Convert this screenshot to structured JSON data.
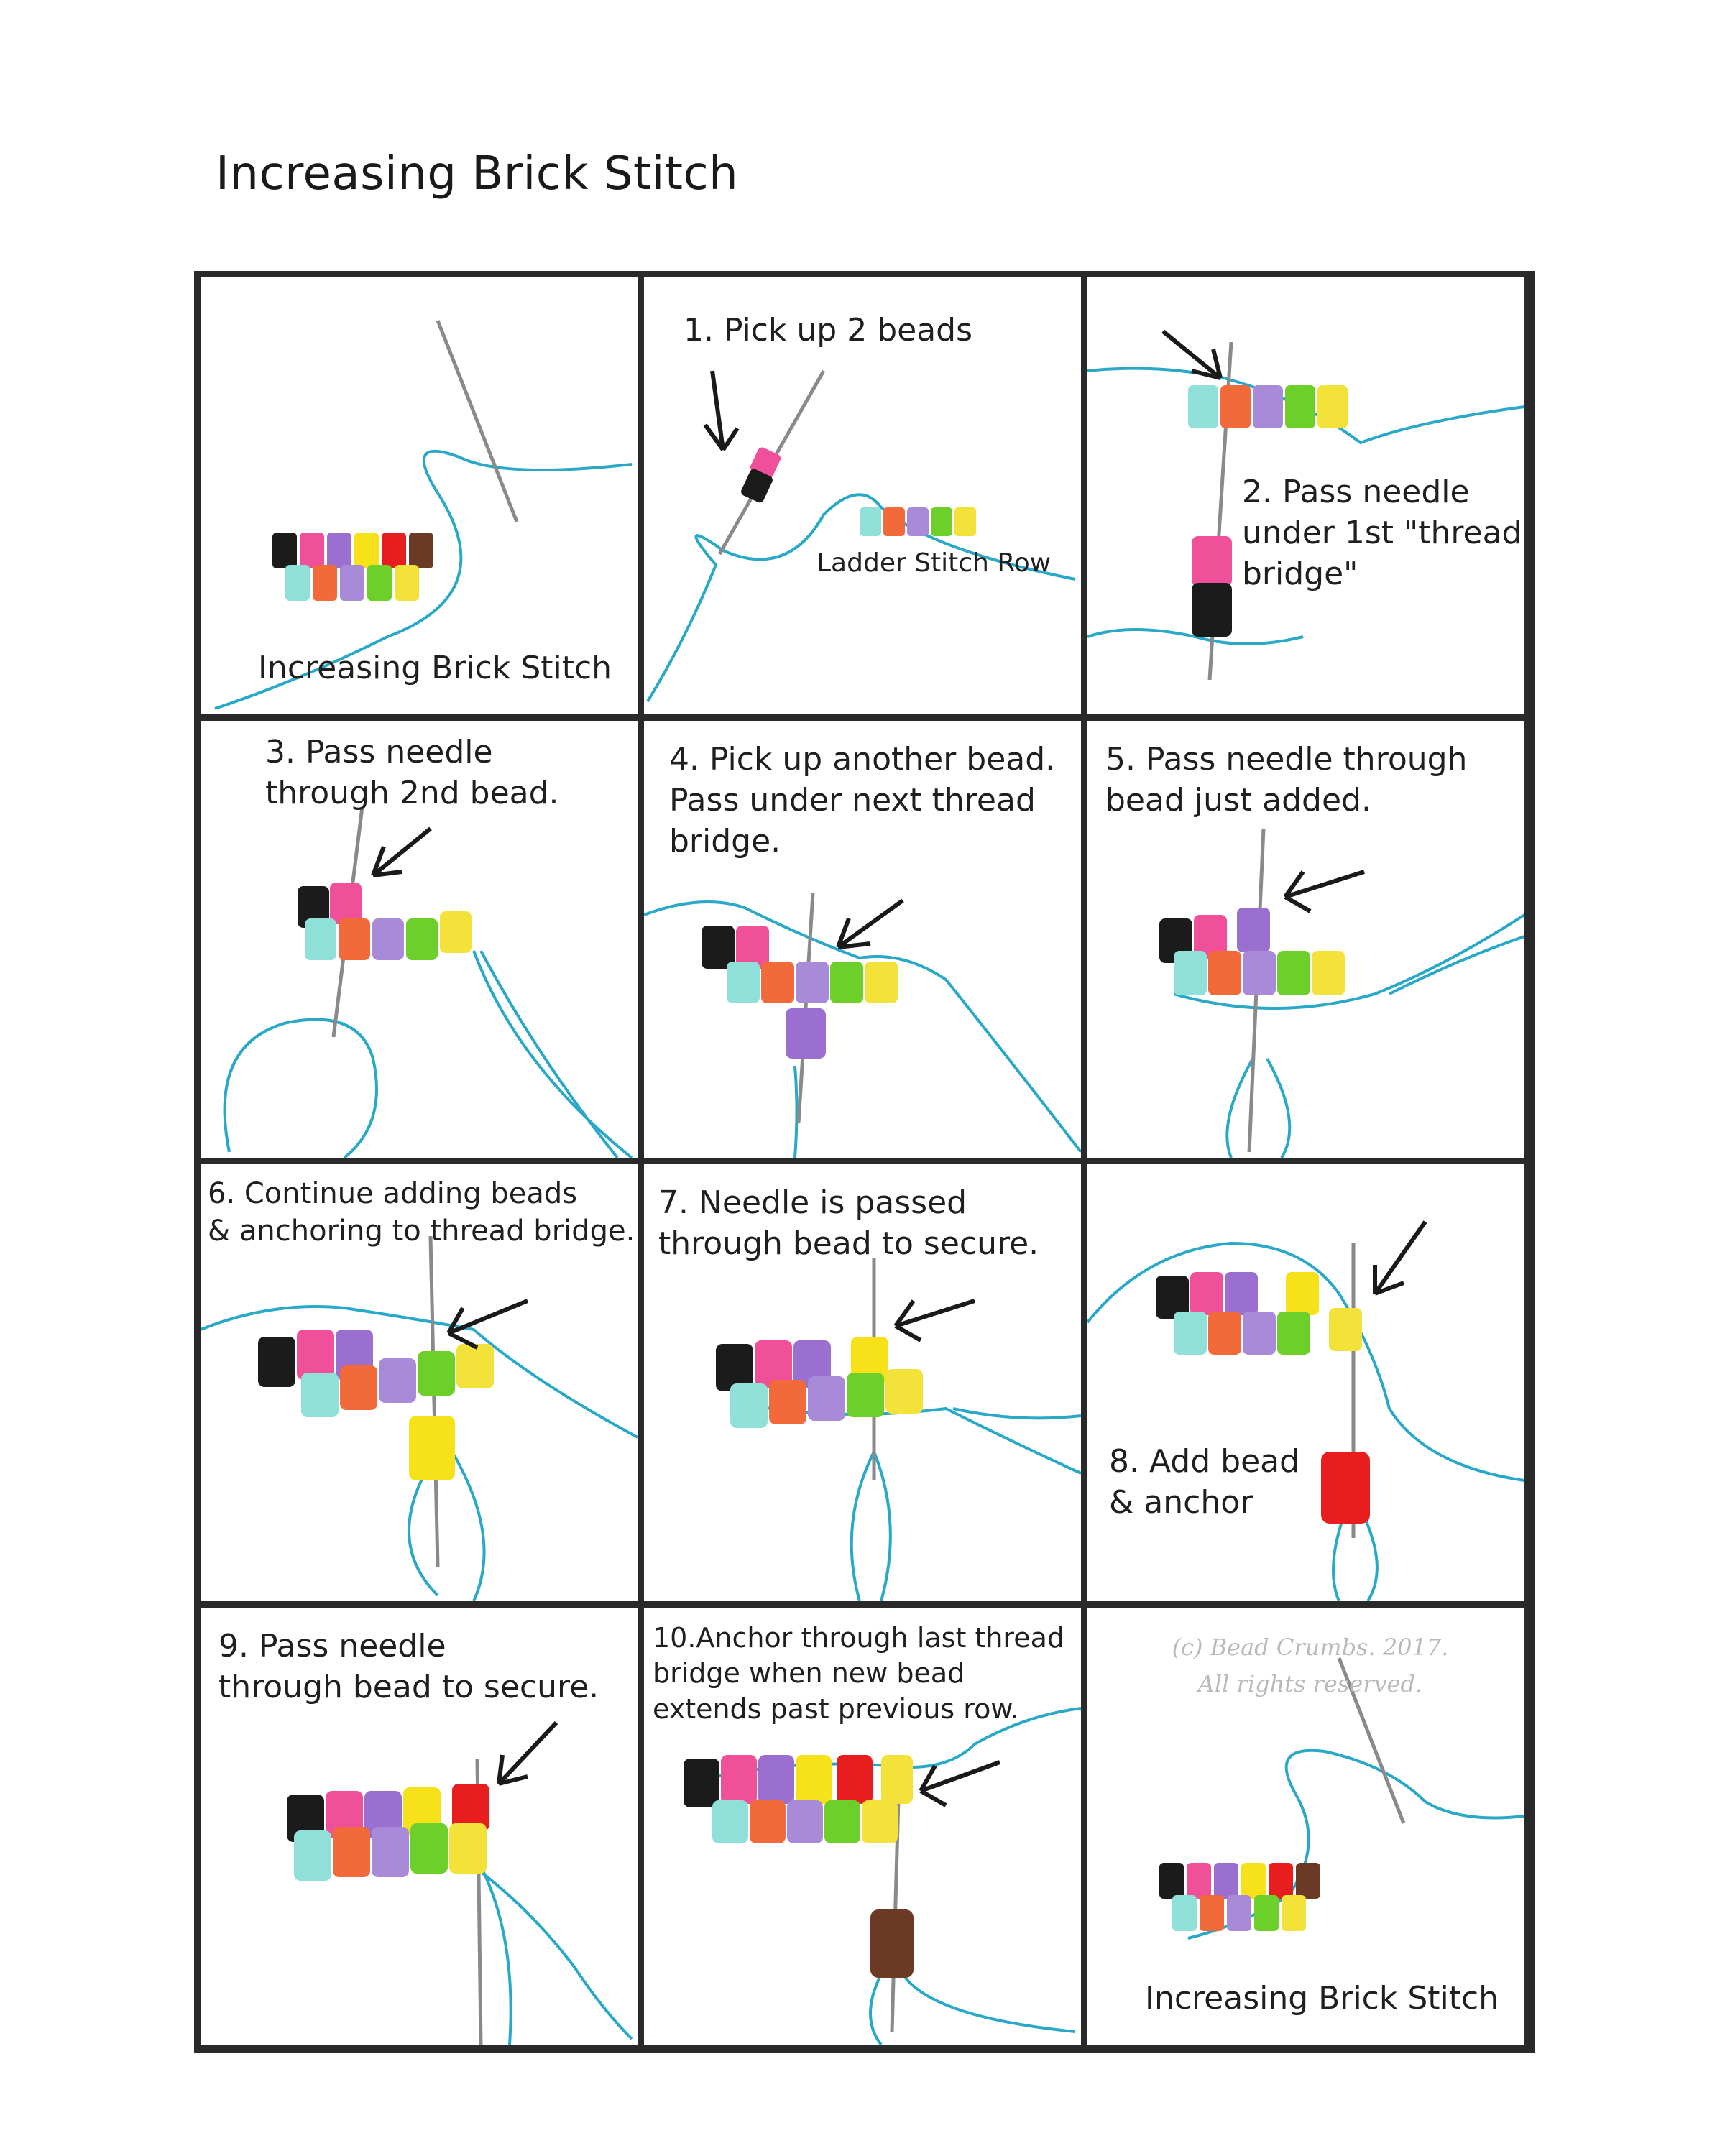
{
  "title": "Increasing Brick Stitch",
  "colors": {
    "thread": "#2aa8c8",
    "needle": "#8a8a8a",
    "arrow": "#1a1a1a",
    "beads": [
      "#1b1b1b",
      "#f0509a",
      "#9a6fd0",
      "#f7e21a",
      "#8a4a2a",
      "#8fe0d8",
      "#f26a3a",
      "#a98ad8",
      "#6ccf2a",
      "#f2e23a",
      "#e81e1e",
      "#6a3a24"
    ]
  },
  "panels": [
    {
      "label": "Increasing Brick Stitch"
    },
    {
      "label": "1. Pick up 2 beads",
      "sublabel": "Ladder Stitch Row"
    },
    {
      "label": "2. Pass needle\nunder 1st \"thread\nbridge\""
    },
    {
      "label": "3. Pass needle\nthrough 2nd bead."
    },
    {
      "label": "4. Pick up another bead.\nPass under next thread\nbridge."
    },
    {
      "label": "5. Pass needle through\nbead just added."
    },
    {
      "label": "6. Continue adding beads\n& anchoring to thread bridge."
    },
    {
      "label": "7. Needle is passed\nthrough bead to secure."
    },
    {
      "label": "8. Add bead\n& anchor"
    },
    {
      "label": "9. Pass  needle\nthrough bead to secure."
    },
    {
      "label": "10.Anchor through last thread\nbridge when new bead\nextends past previous row."
    },
    {
      "label": "Increasing Brick Stitch",
      "copyright": "(c) Bead Crumbs. 2017.\nAll rights reserved."
    }
  ]
}
